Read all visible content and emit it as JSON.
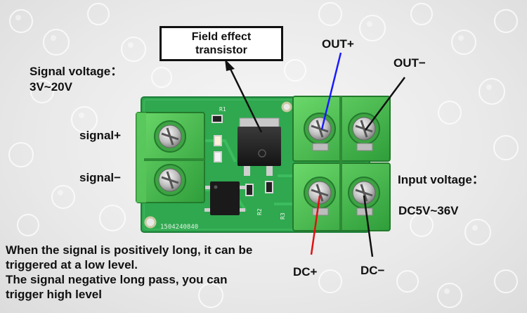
{
  "callout": {
    "text": "Field effect\ntransistor"
  },
  "labels": {
    "signal_voltage": "Signal voltage：",
    "signal_voltage_range": "3V~20V",
    "signal_plus": "signal+",
    "signal_minus": "signal−",
    "out_plus": "OUT+",
    "out_minus": "OUT−",
    "input_voltage": "Input voltage：",
    "input_voltage_range": "DC5V~36V",
    "dc_plus": "DC+",
    "dc_minus": "DC−"
  },
  "caption": {
    "text": "When the signal is positively long, it can be\ntriggered at a low level.\nThe signal negative long pass, you can\ntrigger high level"
  },
  "silkscreen": {
    "serial": "1504240840",
    "r1": "R1",
    "r2": "R2",
    "r3": "R3"
  },
  "colors": {
    "pcb": "#2fa84f",
    "terminal_green": "#4cc24d",
    "out_plus_pointer": "#1a1aff",
    "dc_plus_pointer": "#e01010",
    "pointer_black": "#111111"
  }
}
